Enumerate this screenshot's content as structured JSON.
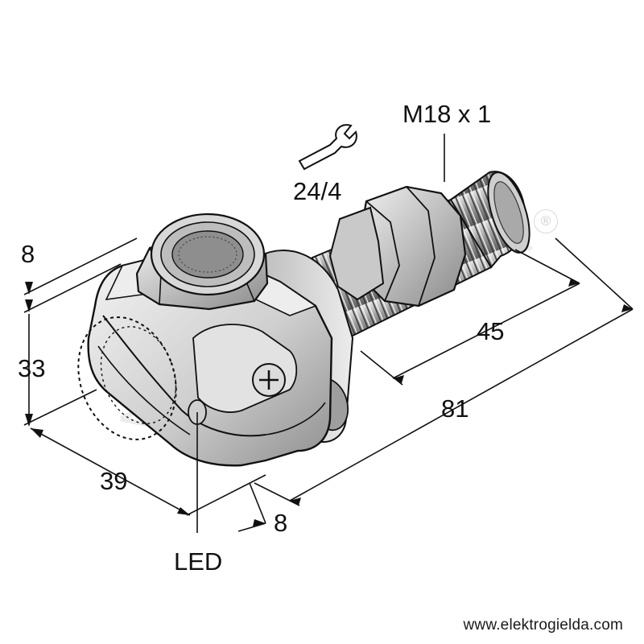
{
  "dimensions": {
    "thread": "M18 x 1",
    "wrench": "24/4",
    "top_width": "8",
    "height": "33",
    "depth": "39",
    "bottom_offset": "8",
    "thread_length": "45",
    "overall_length": "81",
    "led": "LED"
  },
  "watermark": {
    "registered_mark": "®"
  },
  "footer": {
    "url": "www.elektrogielda.com"
  },
  "colors": {
    "line": "#111111",
    "body": "#d4d4d4",
    "shadow": "#9a9a9a",
    "highlight": "#f2f2f2"
  }
}
